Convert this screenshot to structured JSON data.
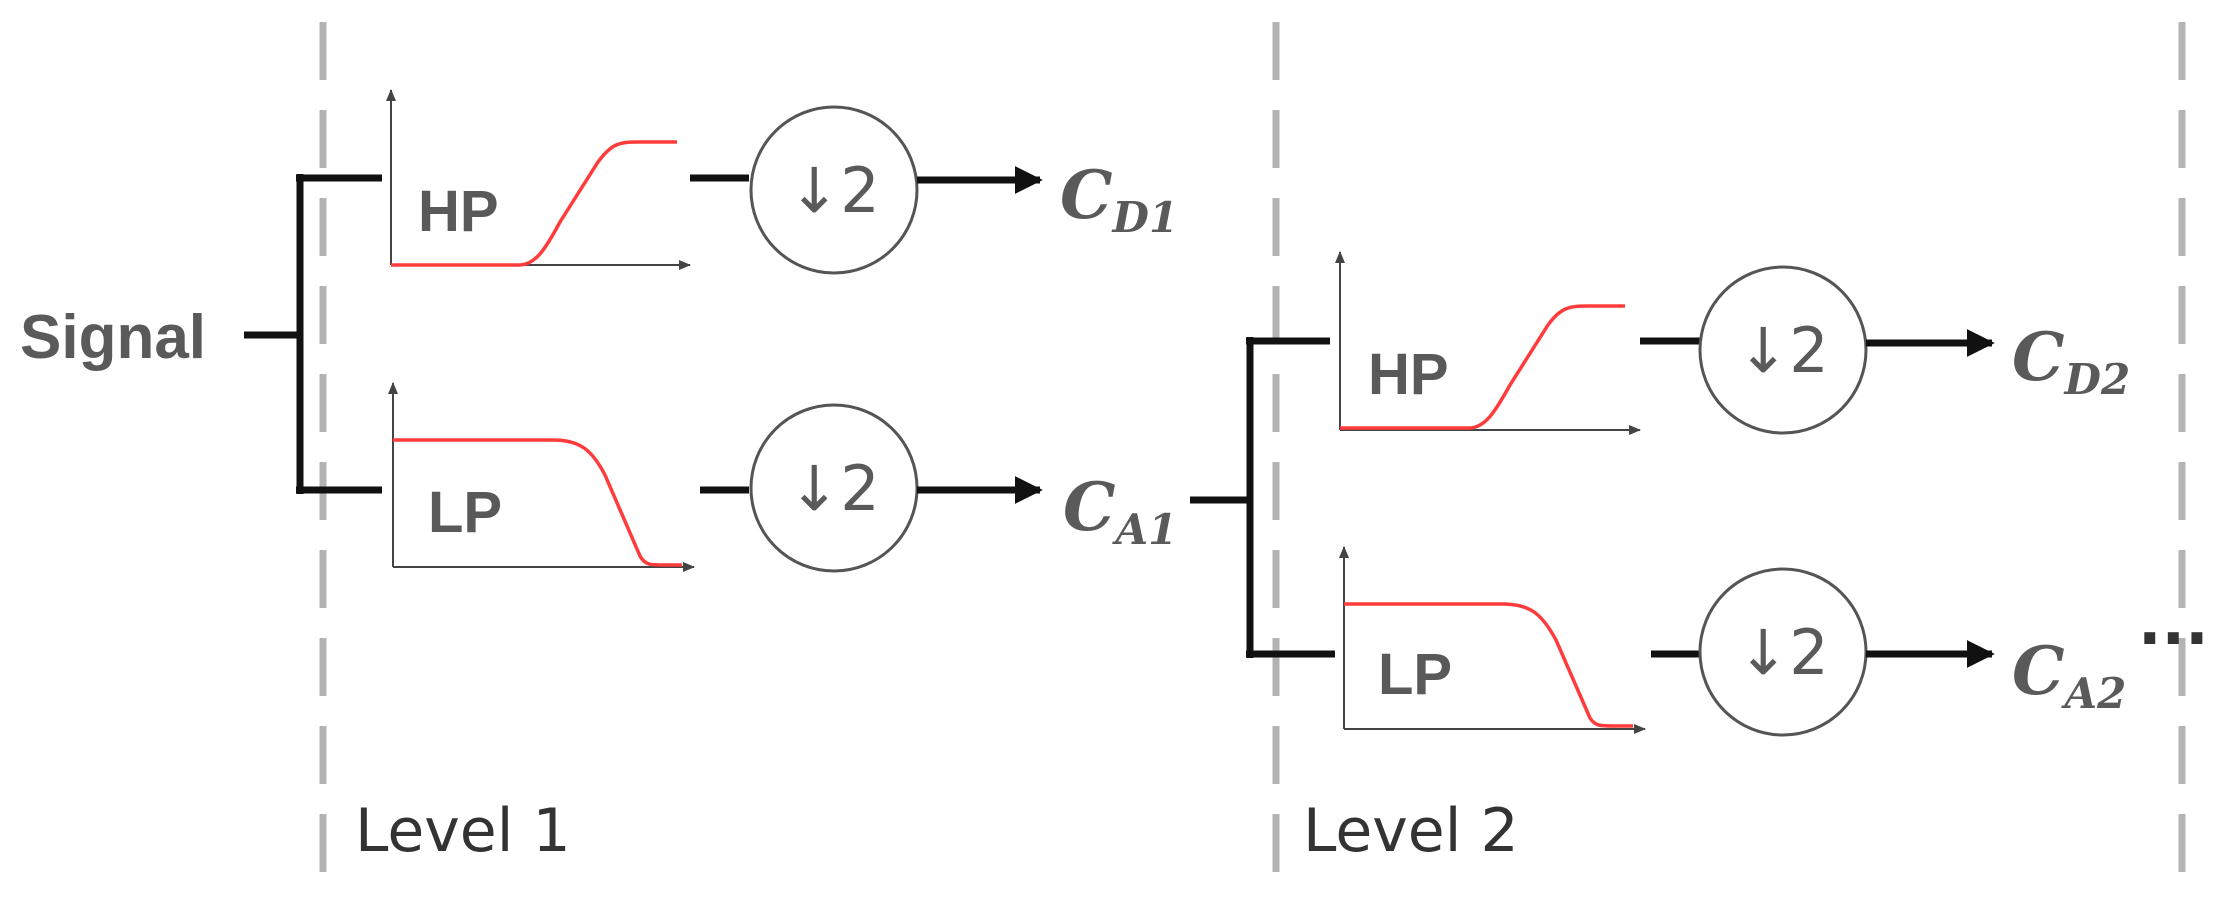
{
  "input_label": "Signal",
  "levels": [
    {
      "label": "Level 1",
      "highpass": {
        "label": "HP",
        "downsample": "↓2",
        "coef_main": "C",
        "coef_sub": "D1"
      },
      "lowpass": {
        "label": "LP",
        "downsample": "↓2",
        "coef_main": "C",
        "coef_sub": "A1"
      }
    },
    {
      "label": "Level 2",
      "highpass": {
        "label": "HP",
        "downsample": "↓2",
        "coef_main": "C",
        "coef_sub": "D2"
      },
      "lowpass": {
        "label": "LP",
        "downsample": "↓2",
        "coef_main": "C",
        "coef_sub": "A2"
      }
    }
  ],
  "continuation": "···",
  "colors": {
    "filter_response": "#ff3b3b",
    "separator": "#b3b3b3",
    "wire": "#111111"
  }
}
